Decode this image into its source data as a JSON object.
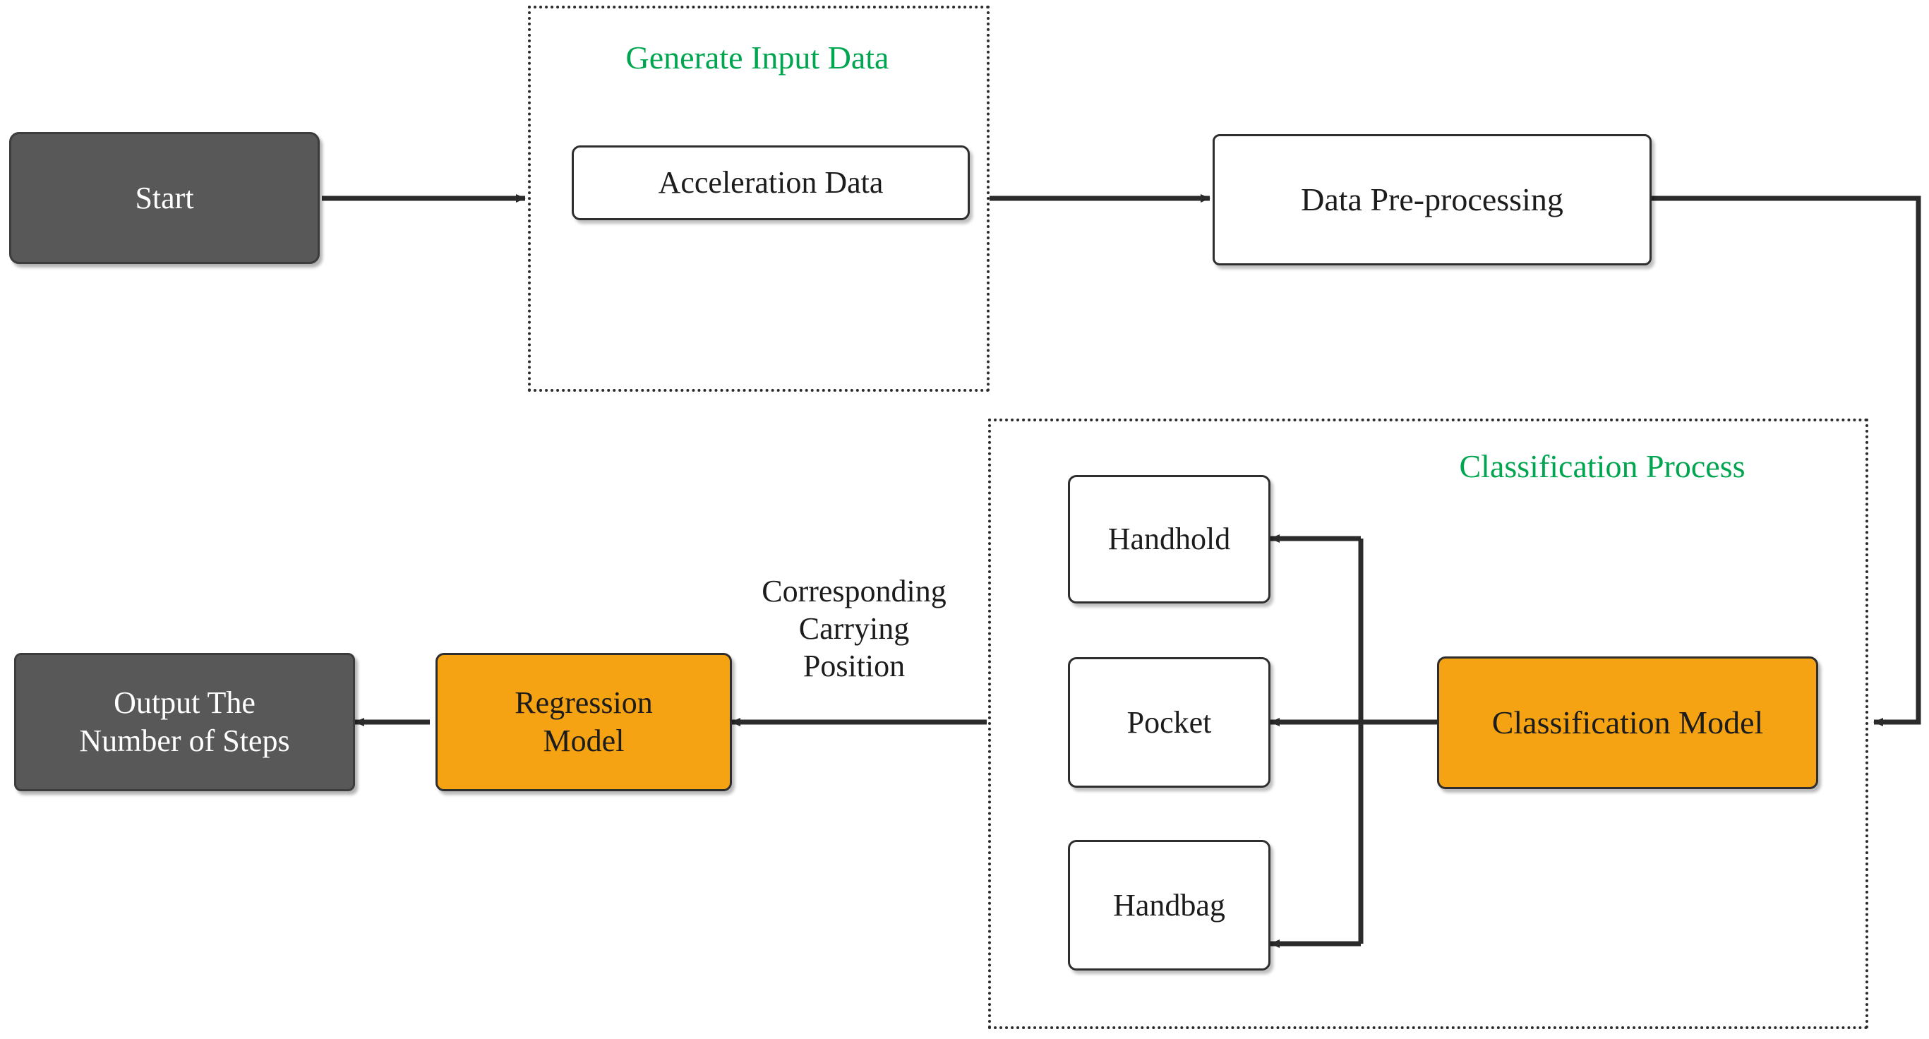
{
  "diagram": {
    "title": "Step counting pipeline flowchart",
    "colors": {
      "dark_node": "#585858",
      "orange_node": "#F5A313",
      "white_node": "#FFFFFF",
      "group_label_green": "#00A550",
      "line": "#2B2B2B"
    },
    "groups": [
      {
        "id": "generate-input-data",
        "label": "Generate Input Data"
      },
      {
        "id": "classification-process",
        "label": "Classification Process"
      }
    ],
    "nodes": [
      {
        "id": "start",
        "label": "Start",
        "style": "dark"
      },
      {
        "id": "acceleration-data",
        "label": "Acceleration Data",
        "style": "white"
      },
      {
        "id": "data-pre-processing",
        "label": "Data Pre-processing",
        "style": "white"
      },
      {
        "id": "classification-model",
        "label": "Classification Model",
        "style": "orange"
      },
      {
        "id": "handhold",
        "label": "Handhold",
        "style": "white"
      },
      {
        "id": "pocket",
        "label": "Pocket",
        "style": "white"
      },
      {
        "id": "handbag",
        "label": "Handbag",
        "style": "white"
      },
      {
        "id": "regression-model",
        "label_line1": "Regression",
        "label_line2": "Model",
        "style": "orange"
      },
      {
        "id": "output-steps",
        "label_line1": "Output The",
        "label_line2": "Number of Steps",
        "style": "dark"
      }
    ],
    "edge_labels": [
      {
        "id": "corresponding-carrying-position",
        "text": "Corresponding\nCarrying\nPosition"
      }
    ]
  }
}
